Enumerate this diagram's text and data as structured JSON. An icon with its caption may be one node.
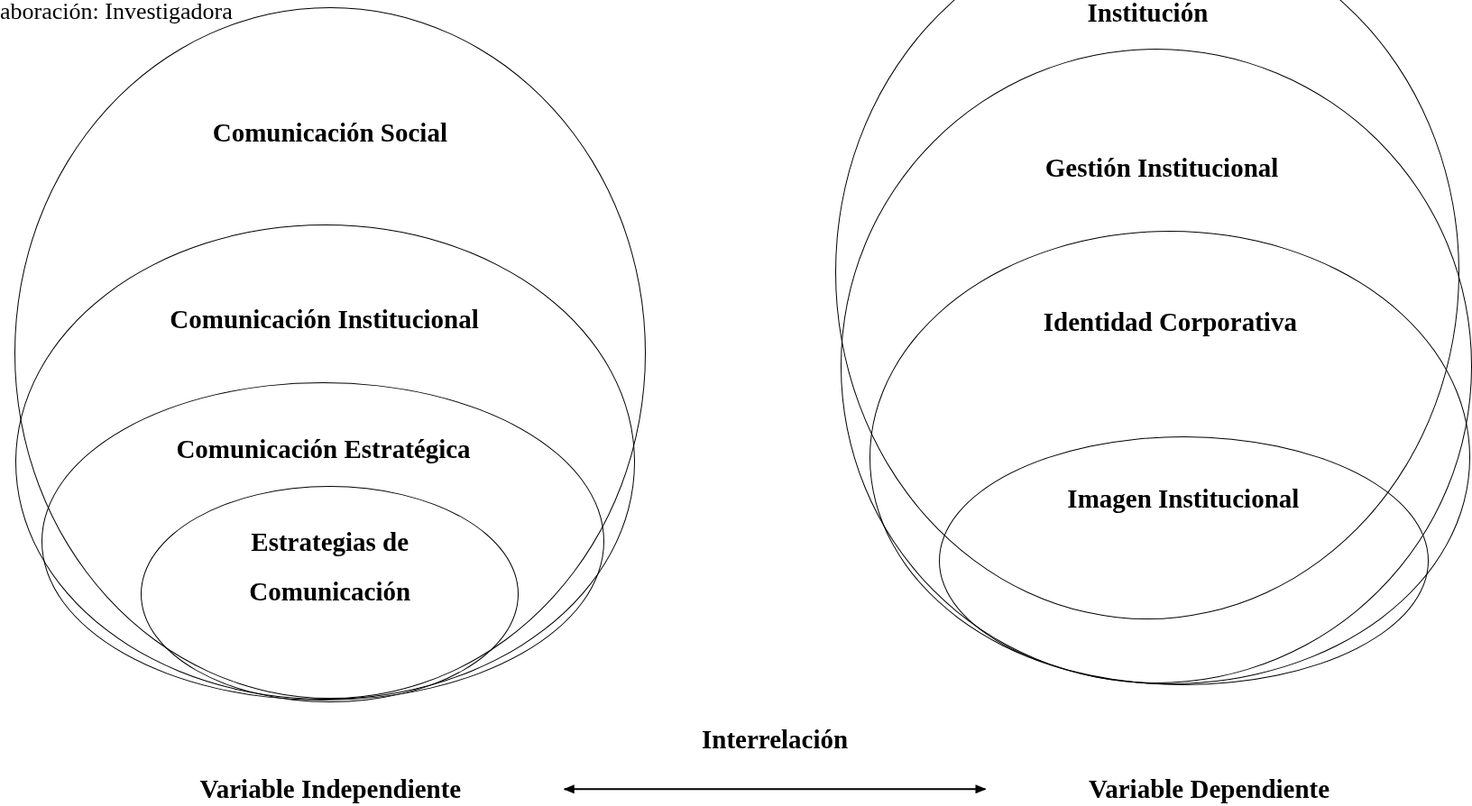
{
  "diagram": {
    "nodes": [
      {
        "text": [
          "Comunicación Social"
        ]
      },
      {
        "text": [
          "Comunicación Institucional"
        ],
        "in": 0
      },
      {
        "text": [
          "Comunicación Estratégica"
        ],
        "in": 1
      },
      {
        "text": [
          "Estrategias de Comunicación"
        ],
        "in": 2
      },
      {
        "text": [
          "Institución"
        ]
      },
      {
        "text": [
          "Gestión Institucional"
        ]
      },
      {
        "text": [
          "Identidad Corporativa"
        ],
        "in": 5
      },
      {
        "text": [
          "Imagen Institucional"
        ],
        "in": 6
      },
      {
        "text": [
          "Variable Independiente"
        ]
      },
      {
        "text": [
          "Variable Dependiente"
        ]
      }
    ],
    "edges": [
      {
        "from": 8,
        "to": 9,
        "arrow": "both",
        "label": "Interrelación"
      }
    ],
    "labels": [
      "aboración: Investigadora"
    ]
  }
}
